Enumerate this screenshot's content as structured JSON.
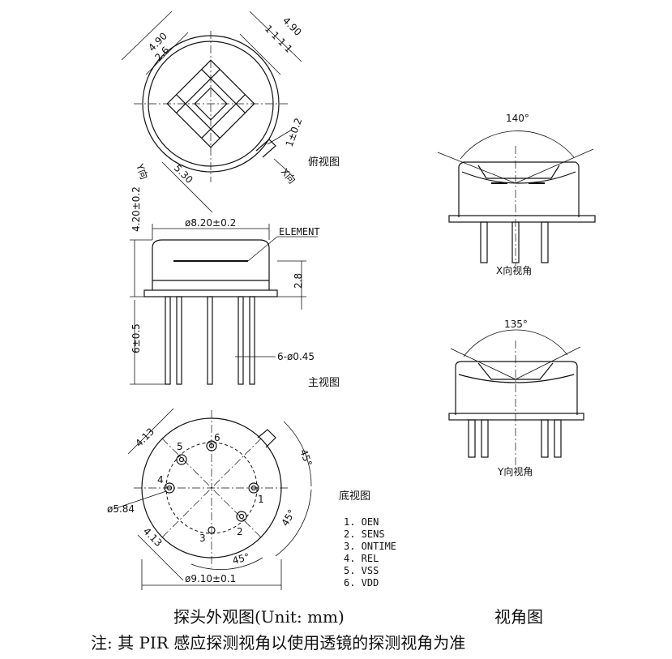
{
  "top_view": {
    "title": "俯视图",
    "dim_window_outer_left": "4.90",
    "dim_window_inner_left": "2.6",
    "dim_window_outer_right": "4.90",
    "dim_window_inner_right": "1 1 1 1",
    "dim_tab": "1±0.2",
    "dim_radius": "5.30",
    "y_axis": "Y向",
    "x_axis": "X向"
  },
  "front_view": {
    "title": "主视图",
    "dim_height": "4.20±0.2",
    "dim_cap_diameter": "ø8.20±0.2",
    "element_label": "ELEMENT",
    "dim_element": "2.8",
    "dim_leads": "6±0.5",
    "dim_lead_dia": "6-ø0.45"
  },
  "bottom_view": {
    "title": "底视图",
    "dim_pin_offset_top": "4.13",
    "dim_pin_offset_bottom": "4.13",
    "dim_pcd": "ø5.84",
    "dim_base": "ø9.10±0.1",
    "angle_top": "45°",
    "angle_right": "45°",
    "angle_bottom": "45°",
    "pin_numbers": [
      "1",
      "2",
      "3",
      "4",
      "5",
      "6"
    ]
  },
  "pin_list": [
    "1. OEN",
    "2. SENS",
    "3. ONTIME",
    "4. REL",
    "5. VSS",
    "6. VDD"
  ],
  "x_view": {
    "angle": "140°",
    "caption": "X向视角"
  },
  "y_view": {
    "angle": "135°",
    "caption": "Y向视角"
  },
  "footer": {
    "caption_left": "探头外观图(Unit: mm)",
    "caption_right": "视角图",
    "note": "注: 其 PIR 感应探测视角以使用透镜的探测视角为准"
  }
}
